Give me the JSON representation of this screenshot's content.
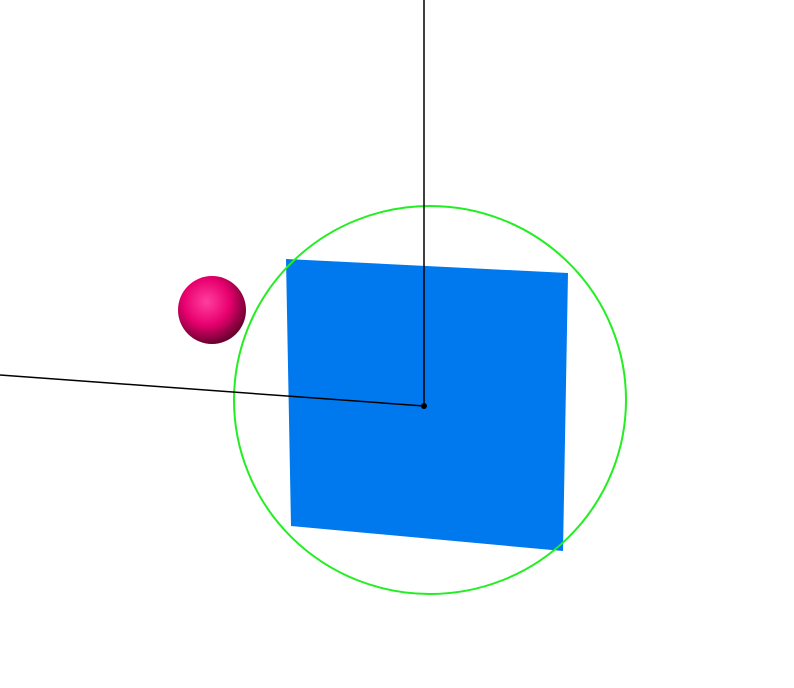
{
  "scene": {
    "background": "#ffffff",
    "colors": {
      "square": "#0078ee",
      "circle": "#22ee22",
      "sphere": "#e8006e",
      "sphere_highlight": "#ff3fa0",
      "sphere_shadow": "#6a0030",
      "axis": "#000000",
      "origin_point": "#000000"
    },
    "objects": [
      {
        "name": "square",
        "shape": "quadrilateral"
      },
      {
        "name": "bounding-circle",
        "shape": "circle"
      },
      {
        "name": "sphere",
        "shape": "sphere"
      },
      {
        "name": "vertical-axis",
        "shape": "line"
      },
      {
        "name": "horizontal-axis",
        "shape": "line"
      },
      {
        "name": "origin-point",
        "shape": "point"
      }
    ]
  }
}
